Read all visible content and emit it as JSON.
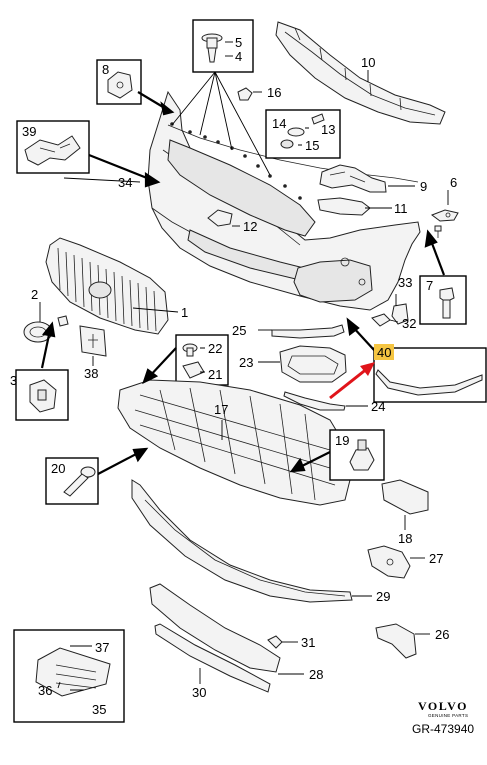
{
  "callouts": {
    "p1": "1",
    "p2": "2",
    "p3": "3",
    "p4": "4",
    "p5": "5",
    "p6": "6",
    "p7": "7",
    "p8": "8",
    "p9": "9",
    "p10": "10",
    "p11": "11",
    "p12": "12",
    "p13": "13",
    "p14": "14",
    "p15": "15",
    "p16": "16",
    "p17": "17",
    "p18": "18",
    "p19": "19",
    "p20": "20",
    "p21": "21",
    "p22": "22",
    "p23": "23",
    "p24": "24",
    "p25": "25",
    "p26": "26",
    "p27": "27",
    "p28": "28",
    "p29": "29",
    "p30": "30",
    "p31": "31",
    "p32": "32",
    "p33": "33",
    "p34": "34",
    "p35": "35",
    "p36": "36",
    "p37": "37",
    "p38": "38",
    "p39": "39",
    "p40": "40"
  },
  "highlight": {
    "part": "40",
    "color": "#f5c542",
    "arrow_color": "#e0141a"
  },
  "brand": {
    "logo": "VOLVO",
    "tagline": "GENUINE PARTS",
    "reference": "GR-473940"
  }
}
